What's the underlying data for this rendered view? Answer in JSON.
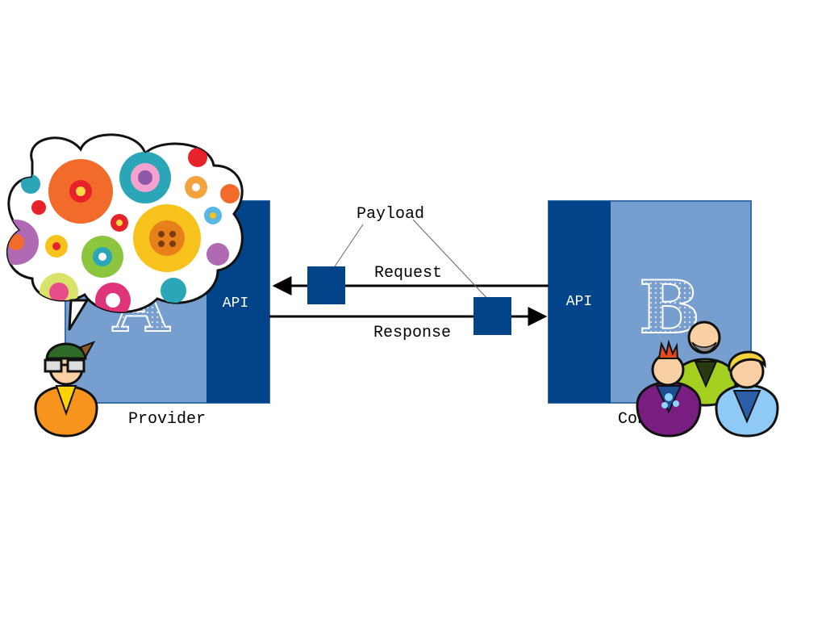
{
  "diagram": {
    "provider": {
      "letter": "A",
      "api_label": "API",
      "caption": "Provider"
    },
    "consumer": {
      "letter": "B",
      "api_label": "API",
      "caption": "Consumer"
    },
    "payload_label": "Payload",
    "request_label": "Request",
    "response_label": "Response"
  },
  "colors": {
    "box_light": "#769fcf",
    "box_dark": "#02448a",
    "arrow": "#000000",
    "thought_bubble_outline": "#111111"
  },
  "icons": [
    "thought-bubble-flowers-icon",
    "developer-with-glasses-icon",
    "consumer-group-icon"
  ]
}
